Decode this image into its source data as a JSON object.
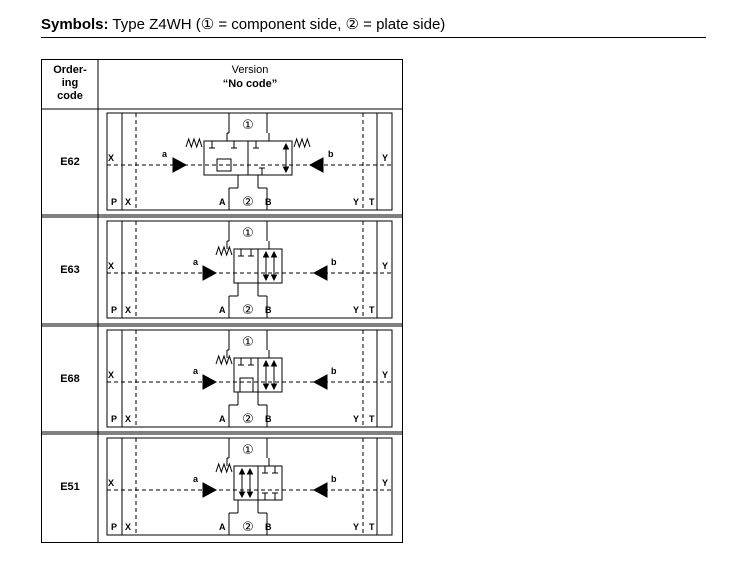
{
  "heading": {
    "label": "Symbols:",
    "text": " Type Z4WH (① = component side, ② = plate side)"
  },
  "table": {
    "col1_header": [
      "Order-",
      "ing",
      "code"
    ],
    "col2_header": [
      "Version",
      "“No code”"
    ],
    "rows": [
      {
        "code": "E62",
        "spool": "E62"
      },
      {
        "code": "E63",
        "spool": "E63"
      },
      {
        "code": "E68",
        "spool": "E68"
      },
      {
        "code": "E51",
        "spool": "E51"
      }
    ]
  },
  "symbol_labels": {
    "component_side": "①",
    "plate_side": "②",
    "port_x": "X",
    "port_y": "Y",
    "port_p": "P",
    "port_t": "T",
    "port_a": "A",
    "port_b": "B",
    "solenoid_a": "a",
    "solenoid_b": "b"
  }
}
